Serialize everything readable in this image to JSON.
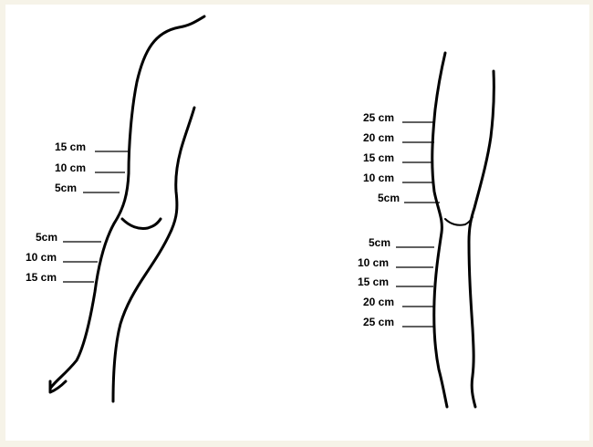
{
  "arm": {
    "upper_labels": [
      "15 cm",
      "10 cm",
      "5cm"
    ],
    "lower_labels": [
      "5cm",
      "10 cm",
      "15 cm"
    ]
  },
  "leg": {
    "upper_labels": [
      "25 cm",
      "20 cm",
      "15 cm",
      "10 cm",
      "5cm"
    ],
    "lower_labels": [
      "5cm",
      "10 cm",
      "15 cm",
      "20 cm",
      "25 cm"
    ]
  }
}
